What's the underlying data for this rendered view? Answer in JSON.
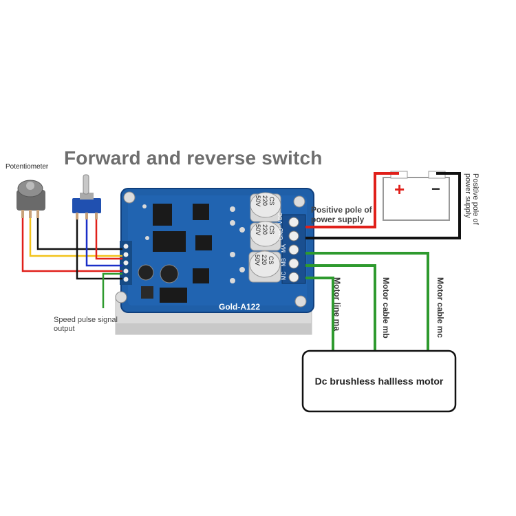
{
  "title": "Forward and reverse switch",
  "labels": {
    "potentiometer": "Potentiometer",
    "speed_pulse": "Speed pulse signal output",
    "positive_pole": "Positive pole of power supply",
    "positive_pole_vertical": "Positive pole of power supply",
    "motor_line_ma": "Motor line ma",
    "motor_cable_mb": "Motor cable mb",
    "motor_cable_mc": "Motor cable mc"
  },
  "board": {
    "model": "Gold-A122",
    "capacitor_text": [
      "CS",
      "220",
      "50V"
    ],
    "terminals": [
      "VCC",
      "GND",
      "MA",
      "MB",
      "MC"
    ]
  },
  "battery": {
    "plus": "+",
    "minus": "−"
  },
  "motor": {
    "label": "Dc brushless hallless motor"
  },
  "colors": {
    "wire_red": "#e0201a",
    "wire_black": "#111111",
    "wire_green": "#2e9a2e",
    "wire_yellow": "#f2c21a",
    "wire_blue": "#1a2fc8",
    "board_blue": "#1f5fa8"
  }
}
